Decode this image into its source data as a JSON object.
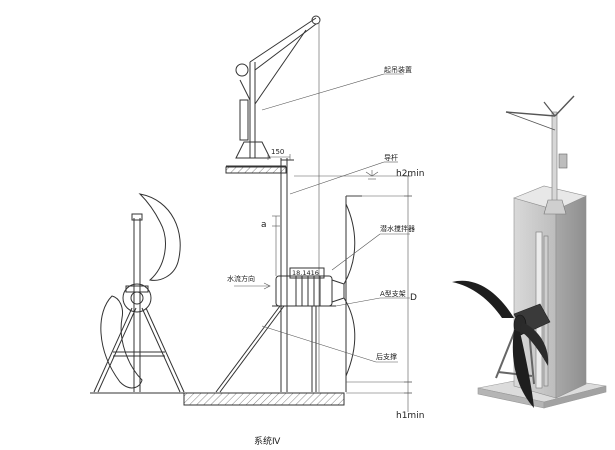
{
  "labels": {
    "lifting_device": "起吊装置",
    "guide_rod": "导杆",
    "h2min": "h2min",
    "dim_150": "150",
    "dim_a": "a",
    "mixer": "潜水搅拌器",
    "flow_direction": "水流方向",
    "pipe_spec": "18.1416",
    "bracket_a": "A型支架",
    "dim_d": "D",
    "rear_support": "后支撑",
    "h1min": "h1min",
    "system": "系统Ⅳ"
  },
  "colors": {
    "line": "#333333",
    "hatch": "#666666",
    "render_light": "#e4e4e4",
    "render_mid": "#c6c6c6",
    "render_dark": "#8f8f8f",
    "blade": "#1e1e1e"
  }
}
